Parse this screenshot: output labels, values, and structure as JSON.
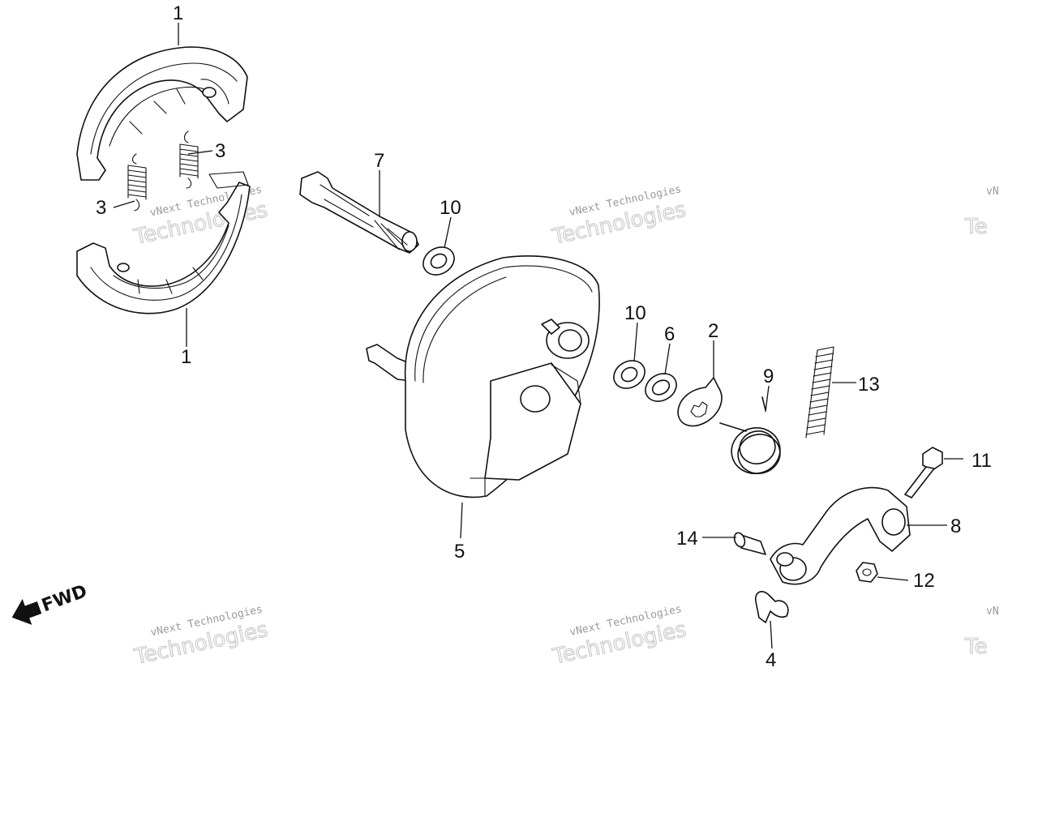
{
  "diagram": {
    "callouts": {
      "shoe_upper": "1",
      "shoe_lower": "1",
      "spring_left": "3",
      "spring_right": "3",
      "cam": "7",
      "seal_top": "10",
      "seal_mid": "10",
      "washer": "6",
      "indicator_plate": "2",
      "return_spring": "9",
      "spring_13": "13",
      "bolt": "11",
      "arm": "8",
      "pin": "14",
      "nut": "12",
      "wing_nut": "4",
      "panel": "5"
    },
    "fwd_label": "FWD",
    "watermark": {
      "small": "vNext Technologies",
      "big": "Technologies",
      "small_cut": "vN",
      "big_cut": "Te"
    }
  }
}
